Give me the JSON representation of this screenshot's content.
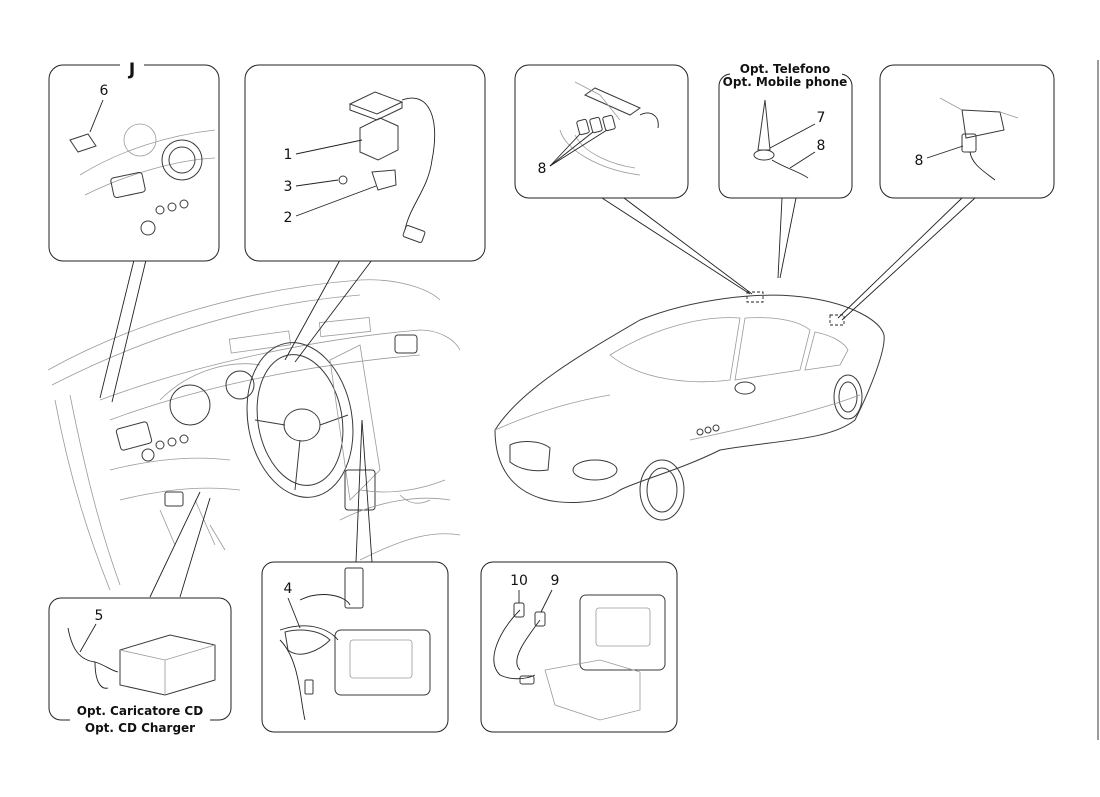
{
  "panels": {
    "j": {
      "letter": "J",
      "numbers": [
        "6"
      ]
    },
    "antenna": {
      "numbers": [
        "1",
        "3",
        "2"
      ]
    },
    "connectors": {
      "numbers": [
        "8"
      ]
    },
    "mobile": {
      "caption1": "Opt. Telefono",
      "caption2": "Opt. Mobile phone",
      "numbers": [
        "7",
        "8"
      ]
    },
    "rear": {
      "numbers": [
        "8"
      ]
    },
    "cd": {
      "numbers": [
        "5"
      ],
      "caption1": "Opt. Caricatore CD",
      "caption2": "Opt. CD Charger"
    },
    "harness": {
      "numbers": [
        "4"
      ]
    },
    "cables": {
      "numbers": [
        "10",
        "9"
      ]
    }
  }
}
